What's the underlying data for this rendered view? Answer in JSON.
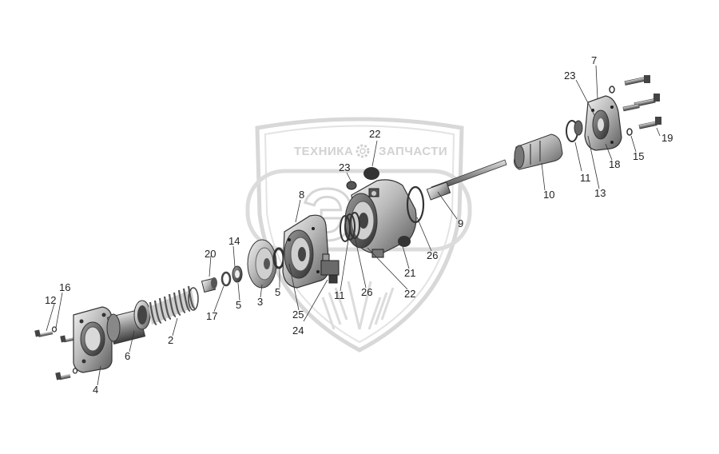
{
  "watermark": {
    "brand_left": "ТЕХНИКА",
    "brand_right": "ЗАПЧАСТИ",
    "logo_letters": "ЭФ"
  },
  "callouts": [
    {
      "id": "c7",
      "text": "7"
    },
    {
      "id": "c23a",
      "text": "23"
    },
    {
      "id": "c19",
      "text": "19"
    },
    {
      "id": "c15",
      "text": "15"
    },
    {
      "id": "c18",
      "text": "18"
    },
    {
      "id": "c11a",
      "text": "11"
    },
    {
      "id": "c13",
      "text": "13"
    },
    {
      "id": "c10",
      "text": "10"
    },
    {
      "id": "c22a",
      "text": "22"
    },
    {
      "id": "c23b",
      "text": "23"
    },
    {
      "id": "c8",
      "text": "8"
    },
    {
      "id": "c9",
      "text": "9"
    },
    {
      "id": "c26a",
      "text": "26"
    },
    {
      "id": "c21",
      "text": "21"
    },
    {
      "id": "c22b",
      "text": "22"
    },
    {
      "id": "c26b",
      "text": "26"
    },
    {
      "id": "c11b",
      "text": "11"
    },
    {
      "id": "c25",
      "text": "25"
    },
    {
      "id": "c24",
      "text": "24"
    },
    {
      "id": "c5a",
      "text": "5"
    },
    {
      "id": "c3",
      "text": "3"
    },
    {
      "id": "c5b",
      "text": "5"
    },
    {
      "id": "c14",
      "text": "14"
    },
    {
      "id": "c20",
      "text": "20"
    },
    {
      "id": "c17",
      "text": "17"
    },
    {
      "id": "c2",
      "text": "2"
    },
    {
      "id": "c6",
      "text": "6"
    },
    {
      "id": "c4",
      "text": "4"
    },
    {
      "id": "c16",
      "text": "16"
    },
    {
      "id": "c12",
      "text": "12"
    }
  ]
}
